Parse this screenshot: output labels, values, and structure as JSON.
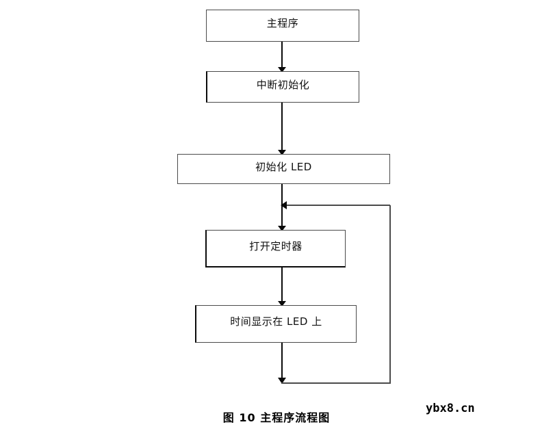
{
  "figure": {
    "caption": "图 10 主程序流程图",
    "watermark": "ybx8.cn",
    "background_color": "#ffffff",
    "stroke_color": "#4a4a4a",
    "heavy_stroke_color": "#0a0a0a",
    "text_color": "#111111"
  },
  "diagram": {
    "type": "flowchart",
    "orientation": "top-to-bottom",
    "nodes": [
      {
        "id": "main-program",
        "label": "主程序",
        "shape": "process"
      },
      {
        "id": "interrupt-init",
        "label": "中断初始化",
        "shape": "process"
      },
      {
        "id": "led-init",
        "label": "初始化 LED",
        "shape": "process"
      },
      {
        "id": "open-timer",
        "label": "打开定时器",
        "shape": "process"
      },
      {
        "id": "show-time",
        "label": "时间显示在 LED 上",
        "shape": "process"
      }
    ],
    "edges": [
      {
        "from": "main-program",
        "to": "interrupt-init",
        "kind": "arrow-down"
      },
      {
        "from": "interrupt-init",
        "to": "led-init",
        "kind": "arrow-down"
      },
      {
        "from": "led-init",
        "to": "open-timer",
        "kind": "arrow-down"
      },
      {
        "from": "open-timer",
        "to": "show-time",
        "kind": "arrow-down"
      },
      {
        "from": "show-time",
        "to": "open-timer",
        "kind": "loop-back-right",
        "label": ""
      }
    ]
  }
}
